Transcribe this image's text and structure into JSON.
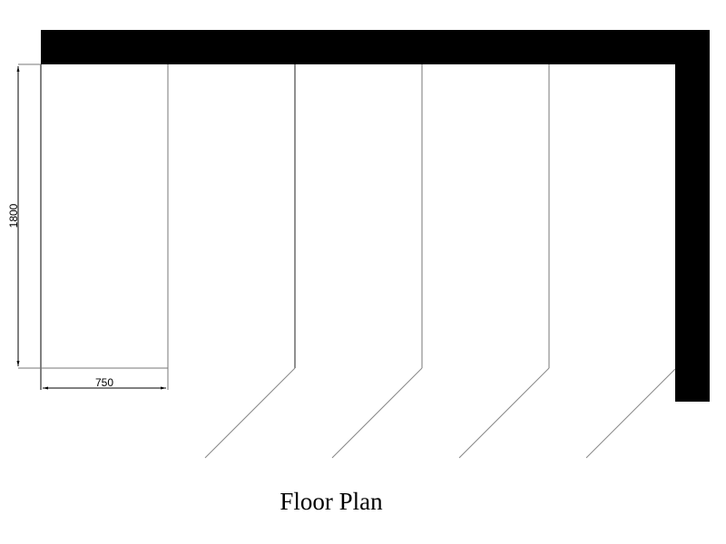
{
  "title": "Floor Plan",
  "dimensions": {
    "height_label": "1800",
    "width_label": "750"
  },
  "colors": {
    "wall": "#000000",
    "line": "#888888",
    "dim": "#000000"
  }
}
